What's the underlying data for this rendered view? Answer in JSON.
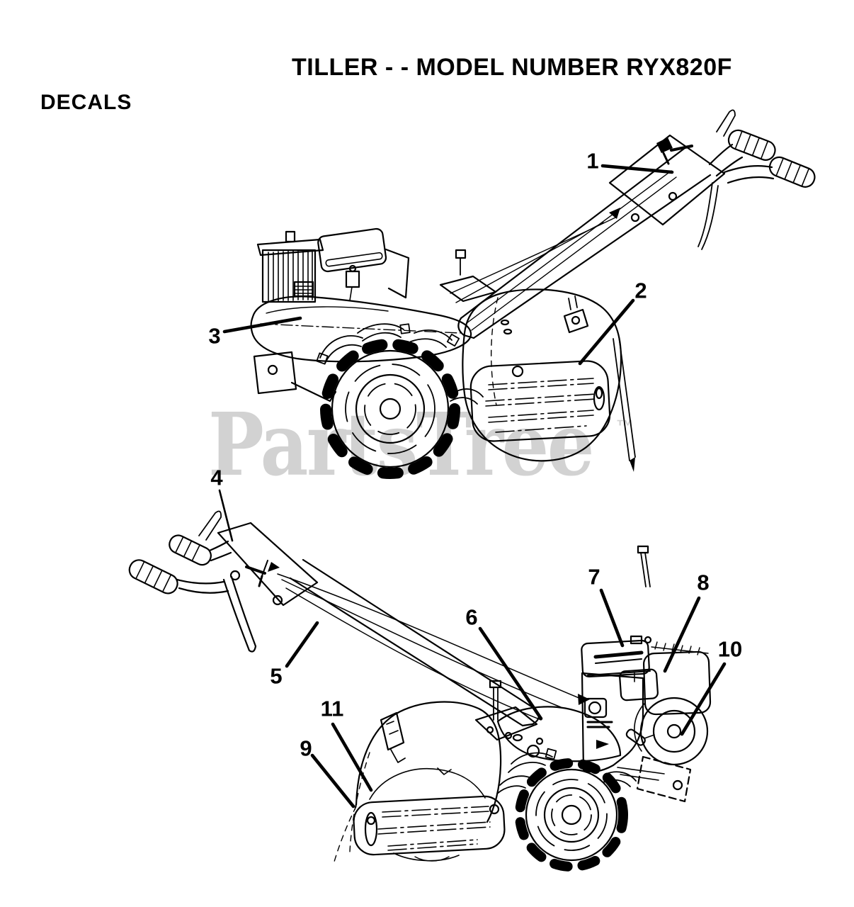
{
  "page": {
    "title": "TILLER - - MODEL NUMBER RYX820F",
    "section_label": "DECALS",
    "watermark": {
      "text": "PartsTree",
      "tm": "™",
      "color": "#d2d2d2"
    },
    "ink_color": "#000000",
    "background_color": "#ffffff"
  },
  "callouts": {
    "items": [
      {
        "label": "1"
      },
      {
        "label": "2"
      },
      {
        "label": "3"
      },
      {
        "label": "4"
      },
      {
        "label": "5"
      },
      {
        "label": "6"
      },
      {
        "label": "7"
      },
      {
        "label": "8"
      },
      {
        "label": "9"
      },
      {
        "label": "10"
      },
      {
        "label": "11"
      }
    ]
  }
}
